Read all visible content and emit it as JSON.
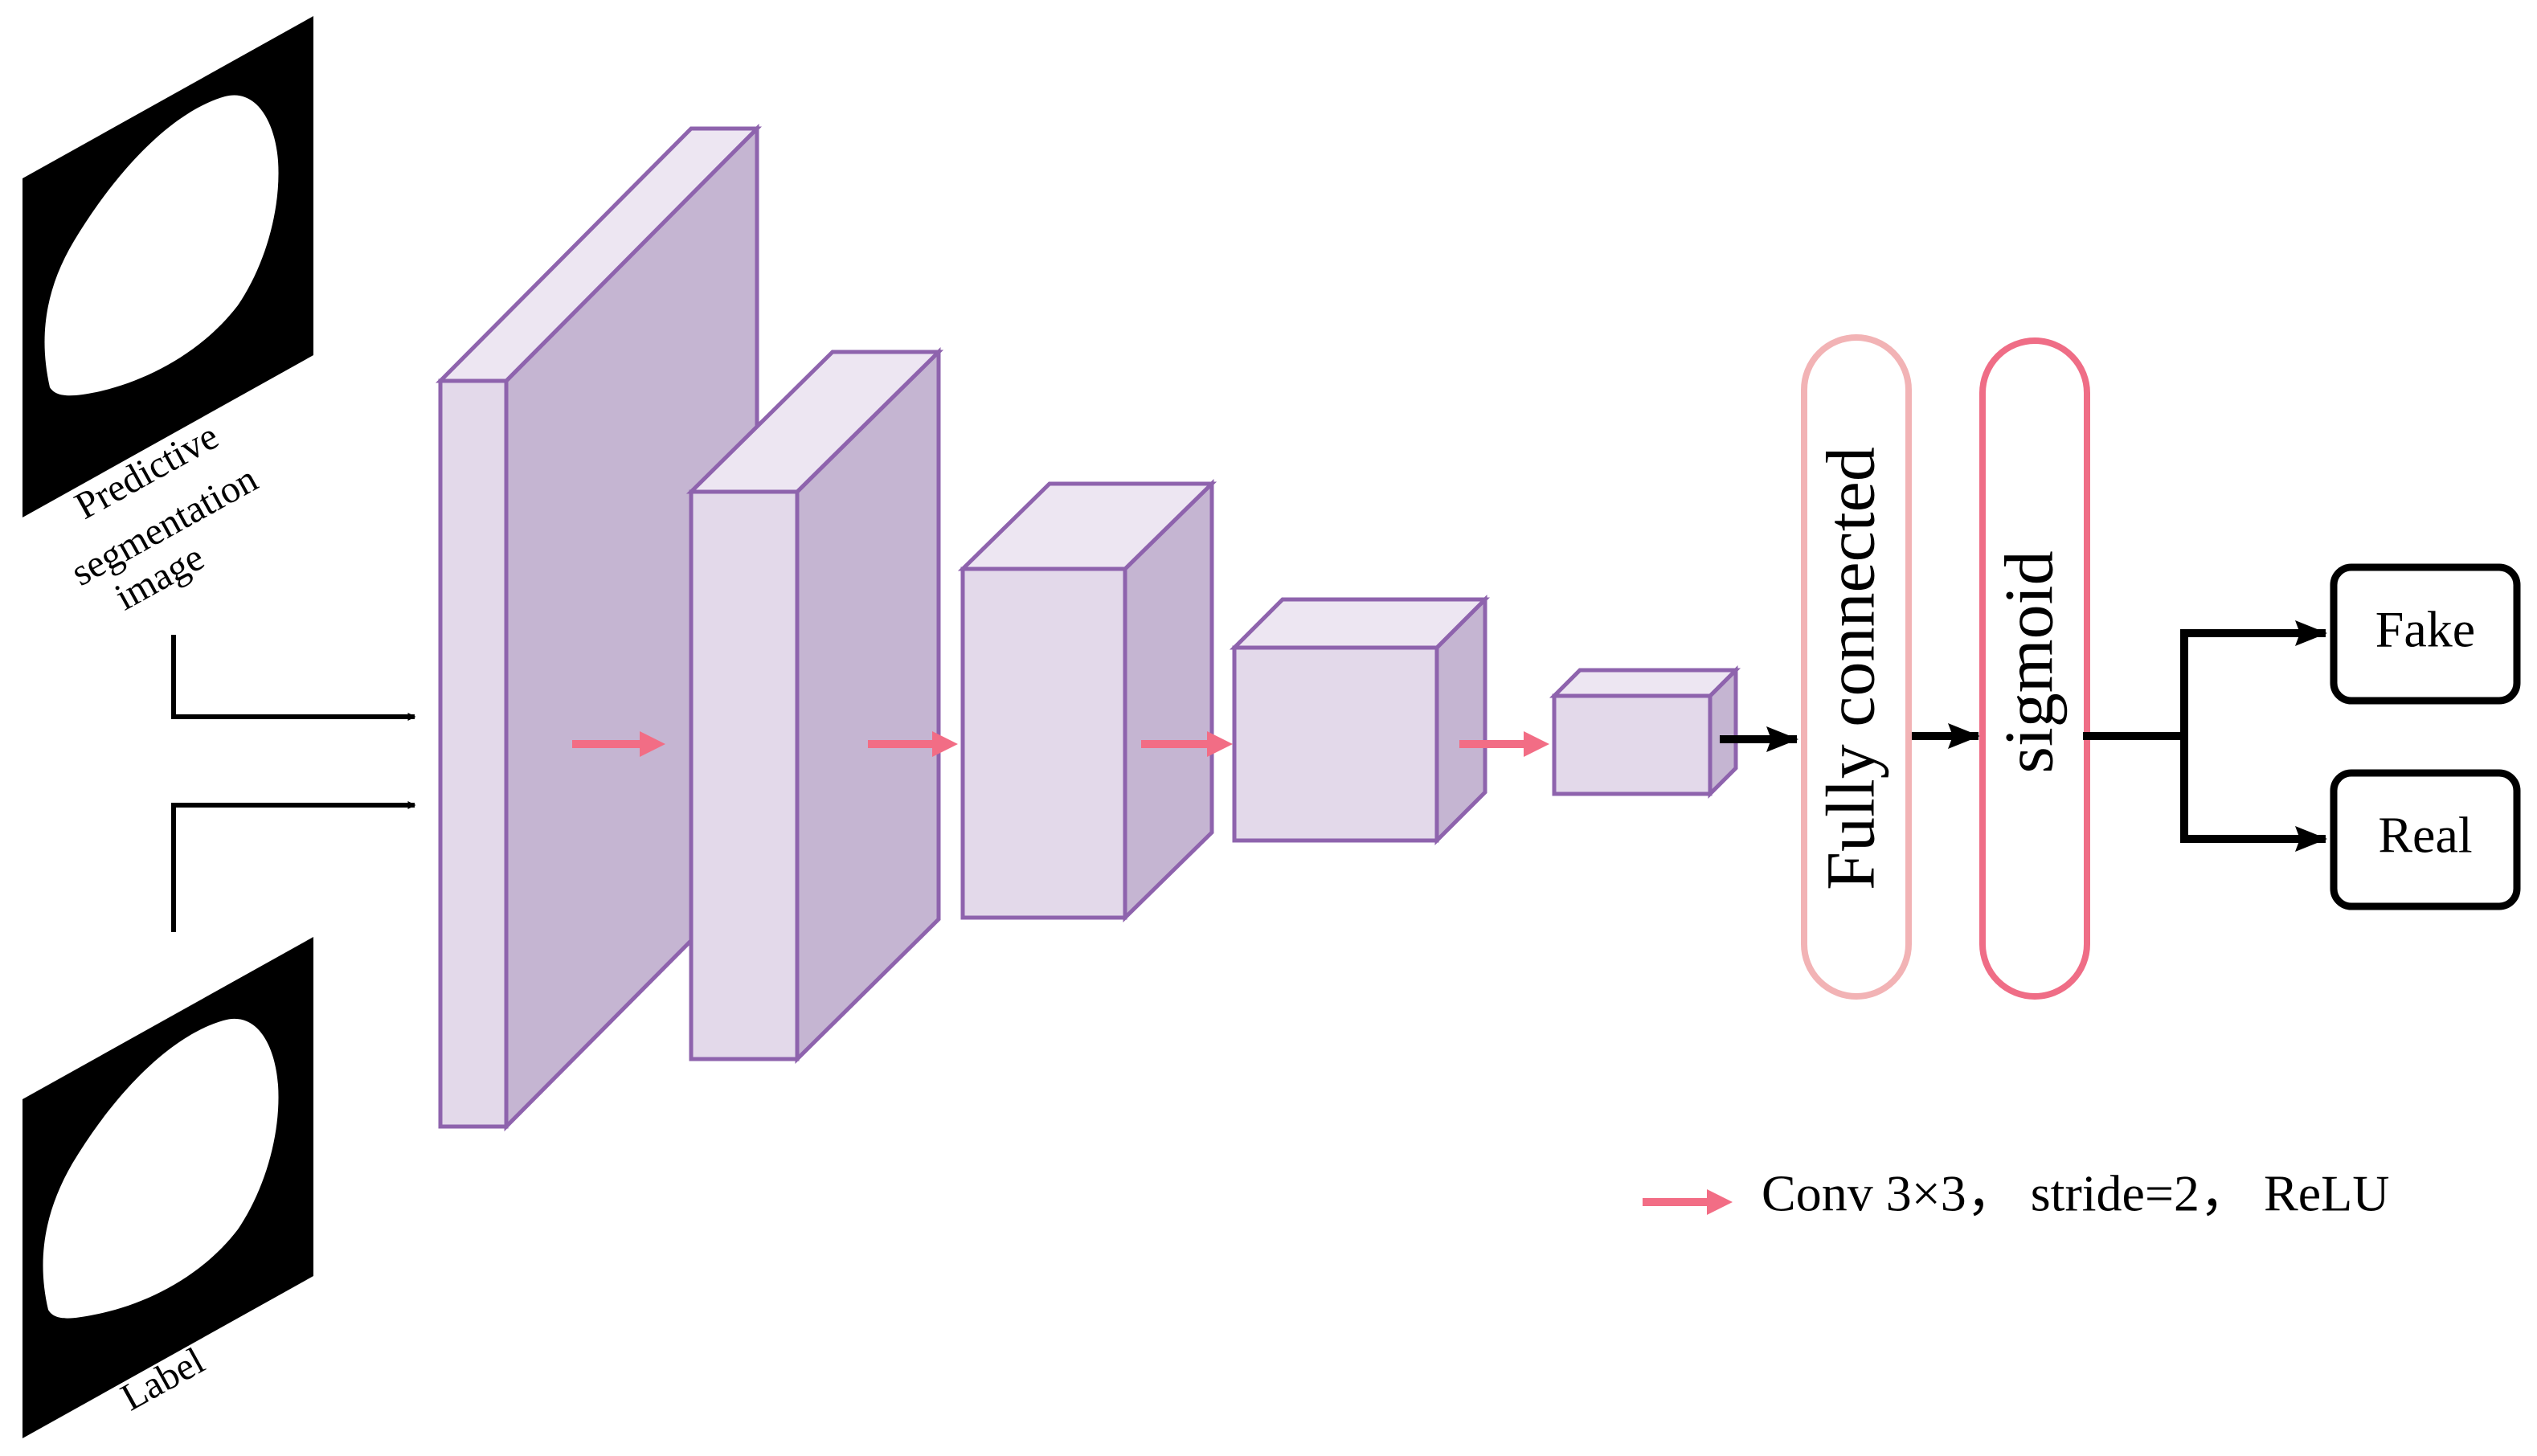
{
  "inputs": {
    "prediction_caption": [
      "Predictive",
      "segmentation",
      "image"
    ],
    "label_caption": "Label"
  },
  "layers": {
    "fully_connected": "Fully connected",
    "sigmoid": "sigmoid"
  },
  "outputs": {
    "fake": "Fake",
    "real": "Real"
  },
  "legend": {
    "conv_text": "Conv 3×3， stride=2， ReLU"
  },
  "colors": {
    "block_front": "#e3d9ea",
    "block_side": "#c5b5d2",
    "block_top": "#ede6f2",
    "block_stroke": "#8e63ad",
    "conv_arrow": "#f26d85",
    "fc_border": "#f2b3b5",
    "sigmoid_border": "#ef6d86",
    "flow_arrow": "#000000"
  }
}
